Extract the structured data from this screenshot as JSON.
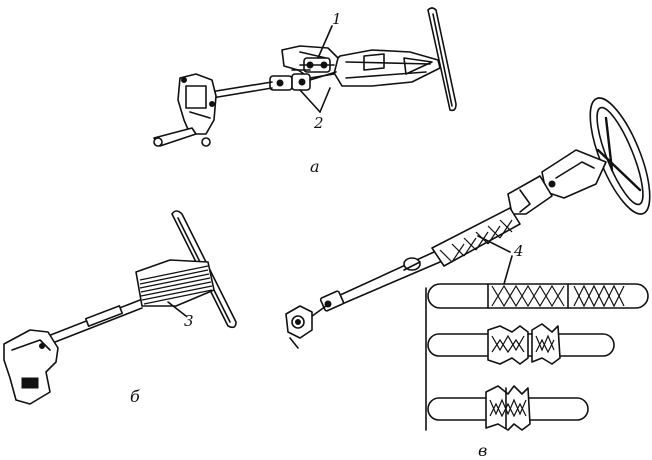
{
  "labels": {
    "part_1": "1",
    "part_2": "2",
    "part_3": "3",
    "part_4": "4",
    "view_a": "а",
    "view_b": "б",
    "view_v": "в"
  },
  "colors": {
    "ink": "#111111",
    "paper": "#ffffff"
  }
}
